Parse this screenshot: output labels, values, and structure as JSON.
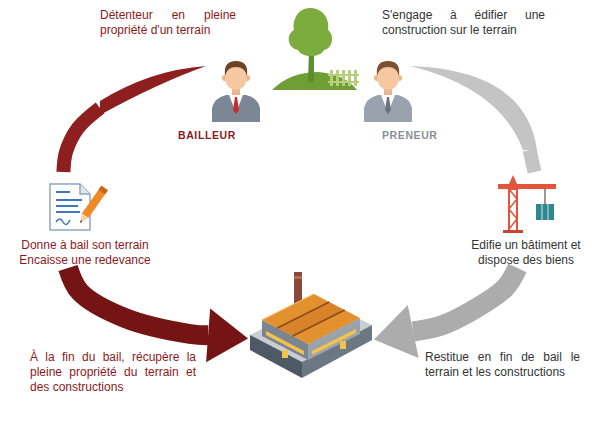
{
  "diagram": {
    "nodes": [
      {
        "text": [
          "Détenteur en pleine propriété d'un terrain",
          "BAILLEUR"
        ]
      },
      {
        "text": [
          "S'engage à édifier une construction sur le terrain",
          "PRENEUR"
        ]
      },
      {
        "text": [
          "Donne à bail son terrain Encaisse une redevance"
        ]
      },
      {
        "text": [
          "Edifie un bâtiment et dispose des biens"
        ]
      },
      {
        "text": [
          "À la fin du bail, récupère la pleine propriété du terrain et des constructions",
          "Restitue en fin de bail le terrain et les constructions"
        ]
      }
    ],
    "edges": [
      {
        "from": 0,
        "to": 2,
        "arrow": "none"
      },
      {
        "from": 2,
        "to": 4,
        "arrow": "to"
      },
      {
        "from": 1,
        "to": 3,
        "arrow": "none"
      },
      {
        "from": 3,
        "to": 4,
        "arrow": "to"
      }
    ]
  }
}
